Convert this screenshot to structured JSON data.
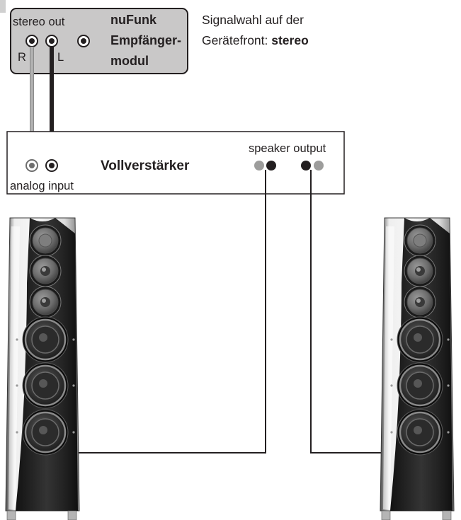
{
  "receiver_module": {
    "port_group_label": "stereo out",
    "channel_right_label": "R",
    "channel_left_label": "L",
    "title_line1": "nuFunk",
    "title_line2": "Empfänger-",
    "title_line3": "modul"
  },
  "signal_note": {
    "line1": "Signalwahl auf der",
    "line2_prefix": "Gerätefront: ",
    "line2_value": "stereo"
  },
  "amplifier": {
    "title": "Vollverstärker",
    "input_label": "analog input",
    "output_label": "speaker output"
  },
  "colors": {
    "module_fill": "#c9c8c8",
    "module_stroke": "#231f20",
    "cable_right": "#a6a6a6",
    "cable_left": "#231f20",
    "terminal_dark": "#231f20",
    "terminal_light": "#9d9d9c",
    "speaker_cabinet_light": "#eeeeee",
    "speaker_cabinet_dark": "#141414"
  },
  "speakers": [
    {
      "position": "left",
      "drivers": [
        "tweeter",
        "midrange",
        "midrange",
        "woofer",
        "woofer",
        "woofer"
      ]
    },
    {
      "position": "right",
      "drivers": [
        "tweeter",
        "midrange",
        "midrange",
        "woofer",
        "woofer",
        "woofer"
      ]
    }
  ]
}
